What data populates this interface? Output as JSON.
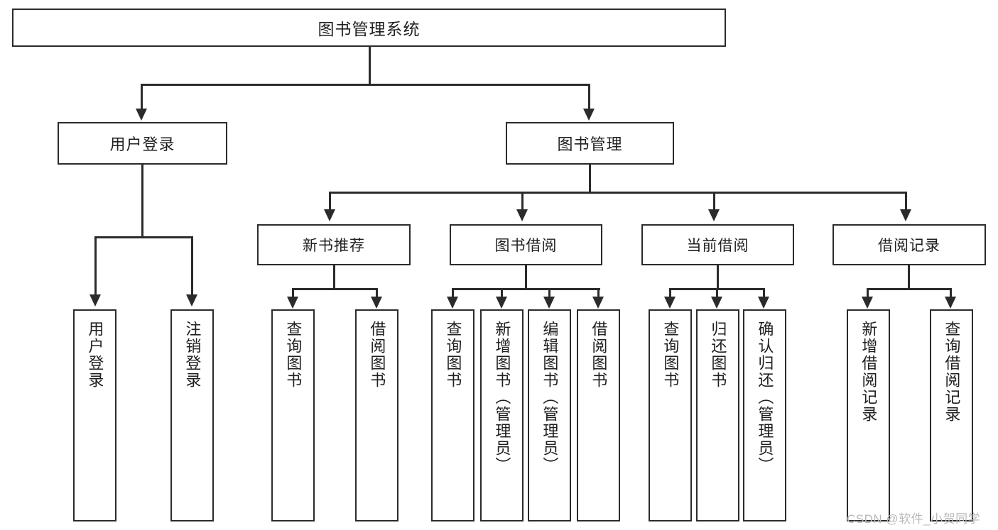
{
  "diagram": {
    "title": "图书管理系统",
    "type": "tree",
    "root": {
      "label": "图书管理系统"
    },
    "level1": [
      {
        "label": "用户登录"
      },
      {
        "label": "图书管理"
      }
    ],
    "level2": [
      {
        "label": "新书推荐"
      },
      {
        "label": "图书借阅"
      },
      {
        "label": "当前借阅"
      },
      {
        "label": "借阅记录"
      }
    ],
    "leaves": {
      "user_login": [
        {
          "label": "用户登录"
        },
        {
          "label": "注销登录"
        }
      ],
      "new_book_recommend": [
        {
          "label": "查询图书"
        },
        {
          "label": "借阅图书"
        }
      ],
      "book_borrow": [
        {
          "label": "查询图书"
        },
        {
          "label": "新增图书（管理员）"
        },
        {
          "label": "编辑图书（管理员）"
        },
        {
          "label": "借阅图书"
        }
      ],
      "current_borrow": [
        {
          "label": "查询图书"
        },
        {
          "label": "归还图书"
        },
        {
          "label": "确认归还（管理员）"
        }
      ],
      "borrow_record": [
        {
          "label": "新增借阅记录"
        },
        {
          "label": "查询借阅记录"
        }
      ]
    }
  },
  "watermark": {
    "text": "CSDN @软件_小贺同学"
  },
  "colors": {
    "stroke": "#2b2b2b",
    "background": "#ffffff",
    "text": "#1f1f1f",
    "watermark": "#b9b9b9"
  }
}
